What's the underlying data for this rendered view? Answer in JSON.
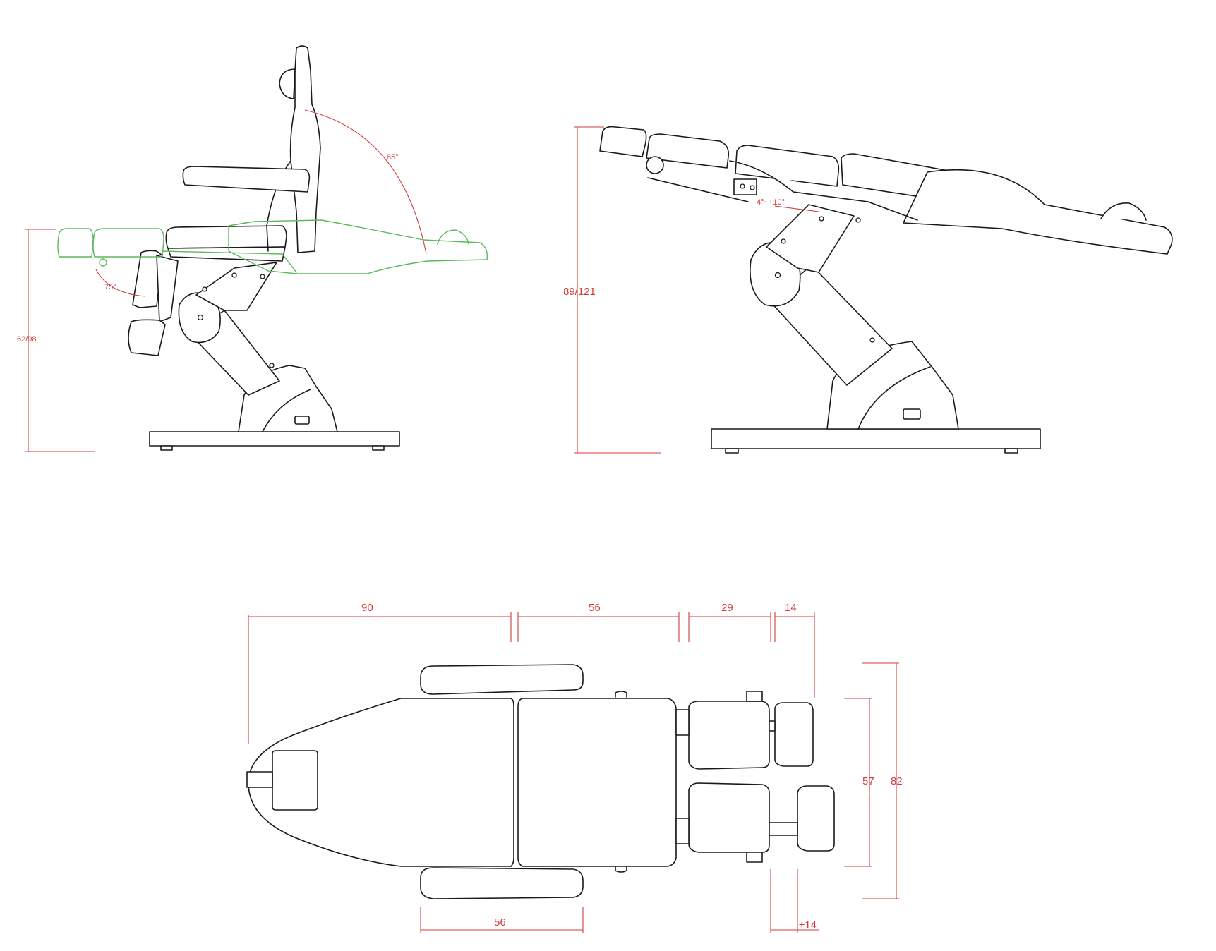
{
  "views": {
    "side_upright": {
      "height_label": "62/98",
      "backrest_angle_label": "85°",
      "leg_angle_label": "75°"
    },
    "side_flat": {
      "height_label": "89/121",
      "tilt_label": "4°~+10°"
    },
    "top": {
      "length_segments": [
        "90",
        "56",
        "29",
        "14"
      ],
      "width_inner": "57",
      "width_outer": "82",
      "armrest_length": "56",
      "leg_offset": "±14"
    }
  },
  "colors": {
    "outline": "#1a1a1a",
    "dimension": "#d23c3c",
    "alternate_position": "#5cb85c"
  }
}
